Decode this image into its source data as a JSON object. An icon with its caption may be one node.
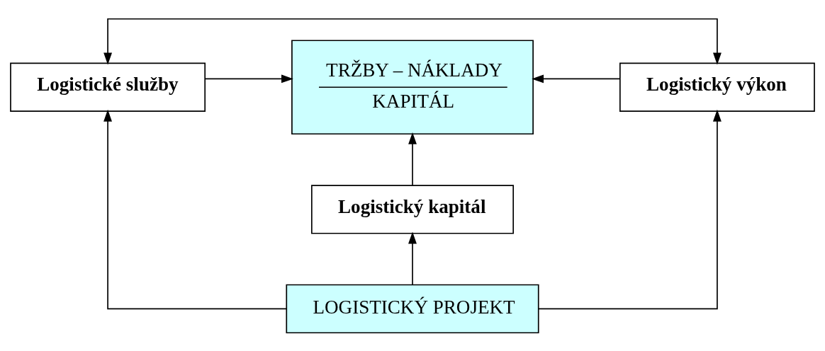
{
  "diagram": {
    "nodes": [
      {
        "text": [
          "Logistické služby"
        ]
      },
      {
        "text": [
          "TRŽBY – NÁKLADY",
          "KAPITÁL"
        ]
      },
      {
        "text": [
          "Logistický výkon"
        ]
      },
      {
        "text": [
          "Logistický kapitál"
        ]
      },
      {
        "text": [
          "LOGISTICKÝ PROJEKT"
        ]
      }
    ],
    "edges": [
      {
        "from": 0,
        "to": 2,
        "arrow": "both"
      },
      {
        "from": 0,
        "to": 1,
        "arrow": "to"
      },
      {
        "from": 2,
        "to": 1,
        "arrow": "to"
      },
      {
        "from": 3,
        "to": 1,
        "arrow": "to"
      },
      {
        "from": 4,
        "to": 3,
        "arrow": "to"
      },
      {
        "from": 4,
        "to": 0,
        "arrow": "to"
      },
      {
        "from": 4,
        "to": 2,
        "arrow": "to"
      }
    ]
  }
}
